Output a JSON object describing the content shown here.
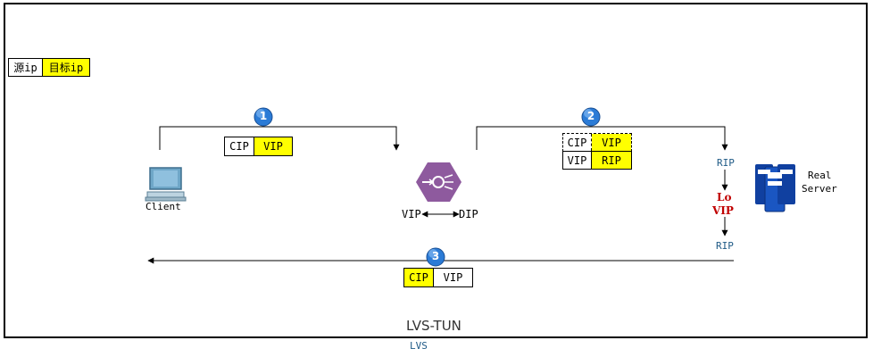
{
  "legend": {
    "src": "源ip",
    "dst": "目标ip"
  },
  "steps": {
    "one": {
      "badge": "1",
      "src": "CIP",
      "dst": "VIP"
    },
    "two": {
      "badge": "2",
      "inner_src": "CIP",
      "inner_dst": "VIP",
      "outer_src": "VIP",
      "outer_dst": "RIP"
    },
    "three": {
      "badge": "3",
      "src": "CIP",
      "dst": "VIP"
    }
  },
  "client": {
    "label": "Client"
  },
  "director": {
    "left": "VIP",
    "right": "DIP"
  },
  "real_server": {
    "line1": "Real",
    "line2": "Server",
    "rip_top": "RIP",
    "lo_line1": "Lo",
    "lo_line2": "VIP",
    "rip_bottom": "RIP"
  },
  "title": "LVS-TUN",
  "caption": "LVS",
  "colors": {
    "yellow": "#ffff00",
    "badge_blue": "#2b7bd6",
    "lvs_purple": "#8e5a9e",
    "server_blue": "#1040a0",
    "lo_red": "#c00000"
  }
}
